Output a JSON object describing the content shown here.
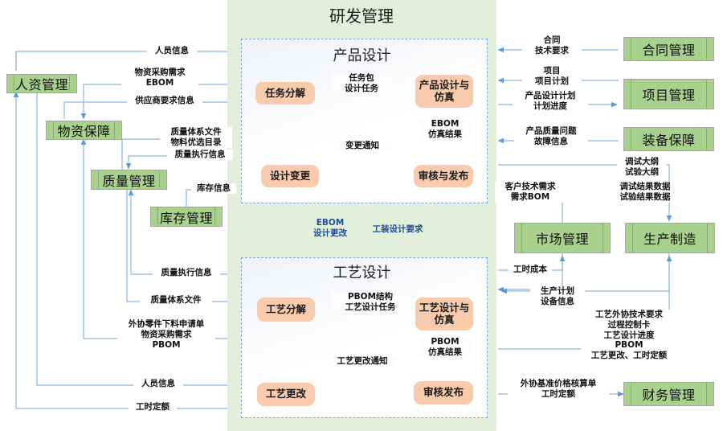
{
  "diagram": {
    "title": "研发管理",
    "type": "process-flow",
    "colors": {
      "module_green": "#a9d18e",
      "process_orange": "#f8cbad",
      "container_green": "#e2efda",
      "arrow_blue": "#5b9bd5",
      "arrow_orange": "#ffc000",
      "label_blue": "#1f4e99"
    }
  },
  "containers": {
    "outer": {
      "label": "研发管理"
    },
    "product_design": {
      "label": "产品设计"
    },
    "process_design": {
      "label": "工艺设计"
    }
  },
  "product_design_nodes": [
    {
      "id": "task-decompose",
      "label": "任务分解"
    },
    {
      "id": "product-design-sim",
      "label": "产品设计与\n仿真"
    },
    {
      "id": "design-change",
      "label": "设计变更"
    },
    {
      "id": "review-release",
      "label": "审核与发布"
    }
  ],
  "product_design_edges": [
    {
      "id": "task-package",
      "label": "任务包\n设计任务"
    },
    {
      "id": "change-notice",
      "label": "变更通知"
    },
    {
      "id": "ebom-sim-result",
      "label": "EBOM\n仿真结果"
    }
  ],
  "process_design_nodes": [
    {
      "id": "process-decompose",
      "label": "工艺分解"
    },
    {
      "id": "process-design-sim",
      "label": "工艺设计与\n仿真"
    },
    {
      "id": "process-change",
      "label": "工艺更改"
    },
    {
      "id": "review-publish",
      "label": "审核发布"
    }
  ],
  "process_design_edges": [
    {
      "id": "pbom-structure",
      "label": "PBOM结构\n工艺设计任务"
    },
    {
      "id": "process-change-notice",
      "label": "工艺更改通知"
    },
    {
      "id": "pbom-sim-result",
      "label": "PBOM\n仿真结果"
    }
  ],
  "inter_container_edges": [
    {
      "id": "ebom-design-change",
      "label": "EBOM\n设计更改"
    },
    {
      "id": "tooling-design-req",
      "label": "工装设计要求"
    }
  ],
  "left_modules": [
    {
      "id": "hr-management",
      "label": "人资管理"
    },
    {
      "id": "material-guarantee",
      "label": "物资保障"
    },
    {
      "id": "quality-management",
      "label": "质量管理"
    },
    {
      "id": "inventory-management",
      "label": "库存管理"
    }
  ],
  "right_modules": [
    {
      "id": "contract-management",
      "label": "合同管理"
    },
    {
      "id": "project-management",
      "label": "项目管理"
    },
    {
      "id": "equipment-guarantee",
      "label": "装备保障"
    },
    {
      "id": "market-management",
      "label": "市场管理"
    },
    {
      "id": "production-manufacturing",
      "label": "生产制造"
    },
    {
      "id": "finance-management",
      "label": "财务管理"
    }
  ],
  "left_edge_labels": [
    {
      "id": "personnel-info-top",
      "label": "人员信息"
    },
    {
      "id": "material-purchase-req-ebom",
      "label": "物资采购需求\nEBOM"
    },
    {
      "id": "supplier-req-info",
      "label": "供应商要求信息"
    },
    {
      "id": "quality-system-doc-catalog",
      "label": "质量体系文件\n物料优选目录"
    },
    {
      "id": "quality-exec-info-top",
      "label": "质量执行信息"
    },
    {
      "id": "inventory-info",
      "label": "库存信息"
    },
    {
      "id": "quality-exec-info-bottom",
      "label": "质量执行信息"
    },
    {
      "id": "quality-system-doc",
      "label": "质量体系文件"
    },
    {
      "id": "outsource-part-req",
      "label": "外协零件下料申请单\n物资采购需求\nPBOM"
    },
    {
      "id": "personnel-info-bottom",
      "label": "人员信息"
    },
    {
      "id": "labor-hour-quota-left",
      "label": "工时定额"
    }
  ],
  "right_edge_labels": [
    {
      "id": "contract-tech-req",
      "label": "合同\n技术要求"
    },
    {
      "id": "project-plan",
      "label": "项目\n项目计划"
    },
    {
      "id": "product-design-plan",
      "label": "产品设计计划\n计划进度"
    },
    {
      "id": "product-quality-fault",
      "label": "产品质量问题\n故障信息"
    },
    {
      "id": "debug-test-outline",
      "label": "调试大纲\n试验大纲"
    },
    {
      "id": "customer-tech-req-bom",
      "label": "客户技术需求\n需求BOM"
    },
    {
      "id": "debug-test-result-data",
      "label": "调试结果数据\n试验结果数据"
    },
    {
      "id": "labor-hour-cost",
      "label": "工时成本"
    },
    {
      "id": "production-plan-equipment",
      "label": "生产计划\n设备信息"
    },
    {
      "id": "process-outsource-tech",
      "label": "工艺外协技术要求\n过程控制卡\n工艺设计进度\nPBOM\n工艺更改、工时定额"
    },
    {
      "id": "outsource-price-quota",
      "label": "外协基准价格核算单\n工时定额"
    }
  ]
}
